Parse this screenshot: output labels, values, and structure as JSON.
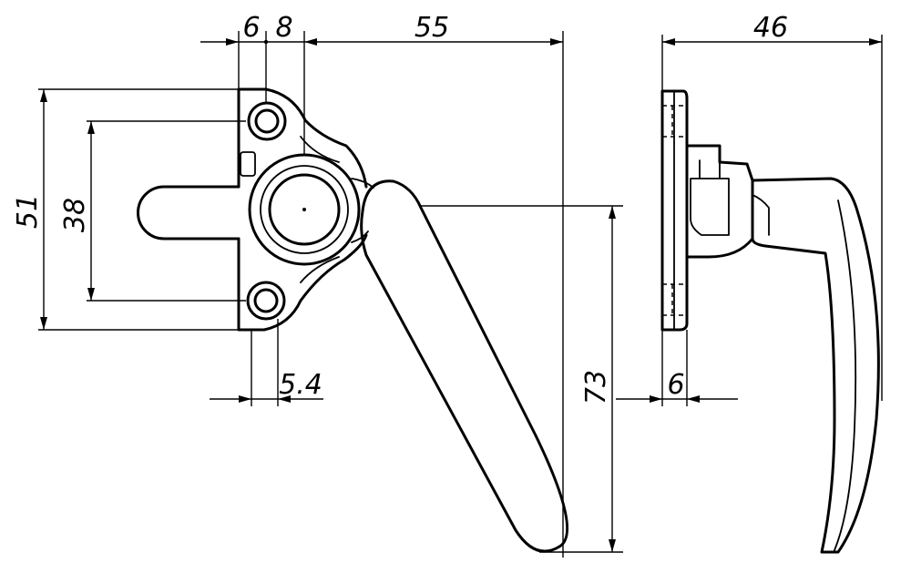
{
  "dimensions": {
    "width_6_front": "6",
    "width_8": "8",
    "length_55": "55",
    "height_51": "51",
    "hole_spacing_38": "38",
    "offset_5_4": "5.4",
    "handle_drop_73": "73",
    "depth_46": "46",
    "plate_thickness_6": "6"
  }
}
